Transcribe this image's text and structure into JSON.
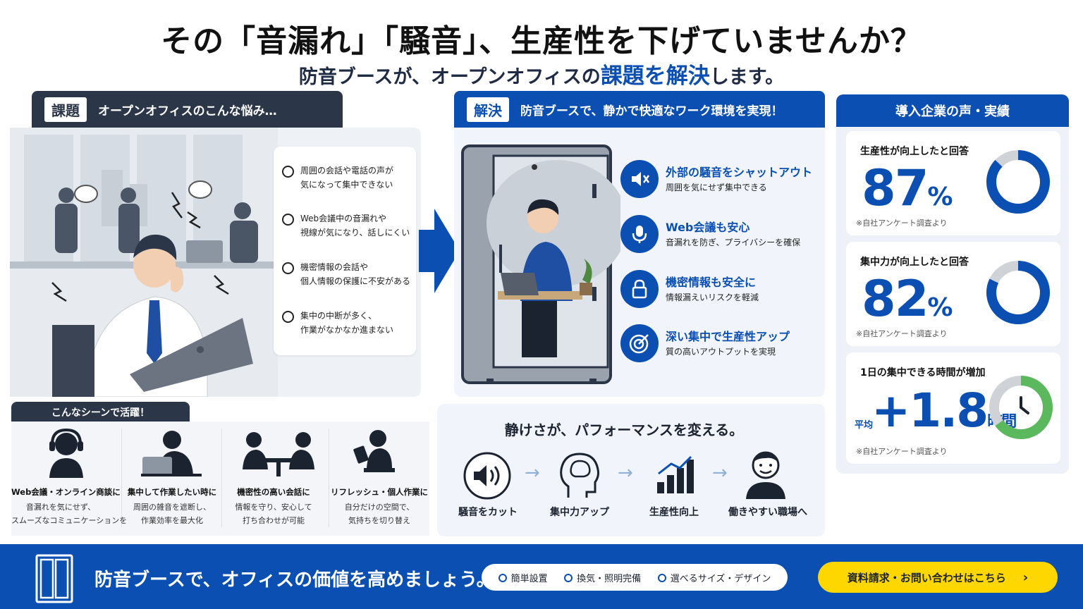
{
  "header": {
    "headline": "その「音漏れ」「騒音」、生産性を下げていませんか？",
    "sub_prefix": "防音ブースが、オープンオフィスの",
    "sub_highlight": "課題を解決",
    "sub_suffix": "します。"
  },
  "issues": {
    "badge": "課題",
    "title": "オープンオフィスのこんな悩み…",
    "items": [
      {
        "line1": "周囲の会話や電話の声が",
        "line2": "気になって集中できない"
      },
      {
        "line1": "Web会議中の音漏れや",
        "line2": "視線が気になり、話しにくい"
      },
      {
        "line1": "機密情報の会話や",
        "line2": "個人情報の保護に不安がある"
      },
      {
        "line1": "集中の中断が多く、",
        "line2": "作業がなかなか進まない"
      }
    ]
  },
  "solution": {
    "badge": "解決",
    "title": "防音ブースで、静かで快適なワーク環境を実現！",
    "items": [
      {
        "title": "外部の騒音をシャットアウト",
        "desc": "周囲を気にせず集中できる",
        "icon": "speaker-mute-icon"
      },
      {
        "title": "Web会議も安心",
        "desc": "音漏れを防ぎ、プライバシーを確保",
        "icon": "microphone-icon"
      },
      {
        "title": "機密情報も安全に",
        "desc": "情報漏えいリスクを軽減",
        "icon": "lock-icon"
      },
      {
        "title": "深い集中で生産性アップ",
        "desc": "質の高いアウトプットを実現",
        "icon": "target-icon"
      }
    ]
  },
  "results": {
    "title": "導入企業の声・実績",
    "stats": [
      {
        "label": "生産性が向上したと回答",
        "value": "87",
        "unit": "%",
        "note": "※自社アンケート調査より",
        "fraction": 0.87
      },
      {
        "label": "集中力が向上したと回答",
        "value": "82",
        "unit": "%",
        "note": "※自社アンケート調査より",
        "fraction": 0.82
      },
      {
        "label": "1日の集中できる時間が増加",
        "prefix": "平均",
        "value": "+1.8",
        "unit": "時間",
        "note": "※自社アンケート調査より",
        "fraction": 0.65
      }
    ]
  },
  "scenes": {
    "title": "こんなシーンで活躍！",
    "items": [
      {
        "title": "Web会議・オンライン商談に",
        "line1": "音漏れを気にせず、",
        "line2": "スムーズなコミュニケーションを"
      },
      {
        "title": "集中して作業したい時に",
        "line1": "周囲の雑音を遮断し、",
        "line2": "作業効率を最大化"
      },
      {
        "title": "機密性の高い会話に",
        "line1": "情報を守り、安心して",
        "line2": "打ち合わせが可能"
      },
      {
        "title": "リフレッシュ・個人作業に",
        "line1": "自分だけの空間で、",
        "line2": "気持ちを切り替え"
      }
    ]
  },
  "flow": {
    "title": "静けさが、パフォーマンスを変える。",
    "steps": [
      "騒音をカット",
      "集中力アップ",
      "生産性向上",
      "働きやすい職場へ"
    ]
  },
  "footer": {
    "title": "防音ブースで、オフィスの価値を高めましょう。",
    "features": [
      "簡単設置",
      "換気・照明完備",
      "選べるサイズ・デザイン"
    ],
    "cta": "資料請求・お問い合わせはこちら"
  },
  "colors": {
    "brand": "#0b4fb3",
    "dark": "#2b3648",
    "accent": "#ffd700",
    "green": "#5cb85c",
    "ring_bg": "#cfd3d8"
  }
}
